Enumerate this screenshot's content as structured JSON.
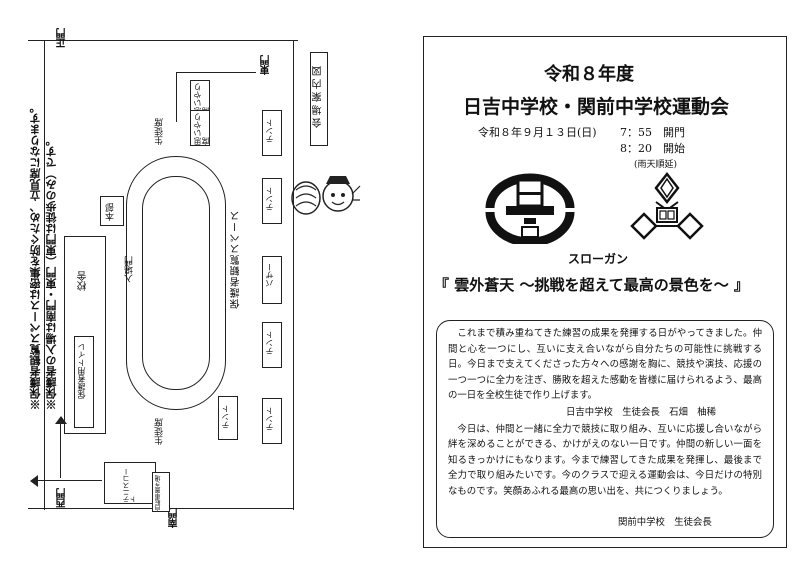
{
  "map": {
    "gates": {
      "north": "正門",
      "east": "東門",
      "west": "西門",
      "south": "南門"
    },
    "notes": [
      "※保護者の入場は南門・東門（東門は徒歩のみ）です。",
      "※保護者観覧スペースは密集を防ぐため、立見席になります。"
    ],
    "guide_box": "会場案内図",
    "omoiyari_seat": "思いやり席",
    "student_seat": "生徒席",
    "tent": "テント",
    "bazaar": "バザー",
    "headquarters": "本部",
    "entrance_gate": "入場門",
    "viewing_space": "保護者観覧スペース",
    "school_building": "校舎",
    "parent_toilet": "保護者用トイレ",
    "tennis_court": "テニスコート",
    "bicycle_parking": "自転車置き場"
  },
  "event": {
    "title_year": "令和８年度",
    "title_main": "日吉中学校・関前中学校運動会",
    "date": "令和８年９月１３日(日)",
    "time_open": "7：55　開門",
    "time_start": "8：20　開始",
    "rain_note": "(雨天順延)",
    "slogan_label": "スローガン",
    "slogan": "『 雲外蒼天 ～挑戦を超えて最高の景色を～ 』"
  },
  "messages": {
    "hiyoshi_body": "これまで積み重ねてきた練習の成果を発揮する日がやってきました。仲間と心を一つにし、互いに支え合いながら自分たちの可能性に挑戦する日。今日まで支えてくださった方々への感謝を胸に、競技や演技、応援の一つ一つに全力を注ぎ、勝敗を超えた感動を皆様に届けられるよう、最高の一日を全校生徒で作り上げます。",
    "hiyoshi_signature": "日吉中学校　生徒会長　石畑　柚稀",
    "sekimae_body": "今日は、仲間と一緒に全力で競技に取り組み、互いに応援し合いながら絆を深めることができる、かけがえのない一日です。仲間の新しい一面を知るきっかけにもなります。今まで練習してきた成果を発揮し、最後まで全力で取り組みたいです。今のクラスで迎える運動会は、今日だけの特別なものです。笑顔あふれる最高の思い出を、共につくりましょう。",
    "sekimae_signature": "関前中学校　生徒会長"
  }
}
